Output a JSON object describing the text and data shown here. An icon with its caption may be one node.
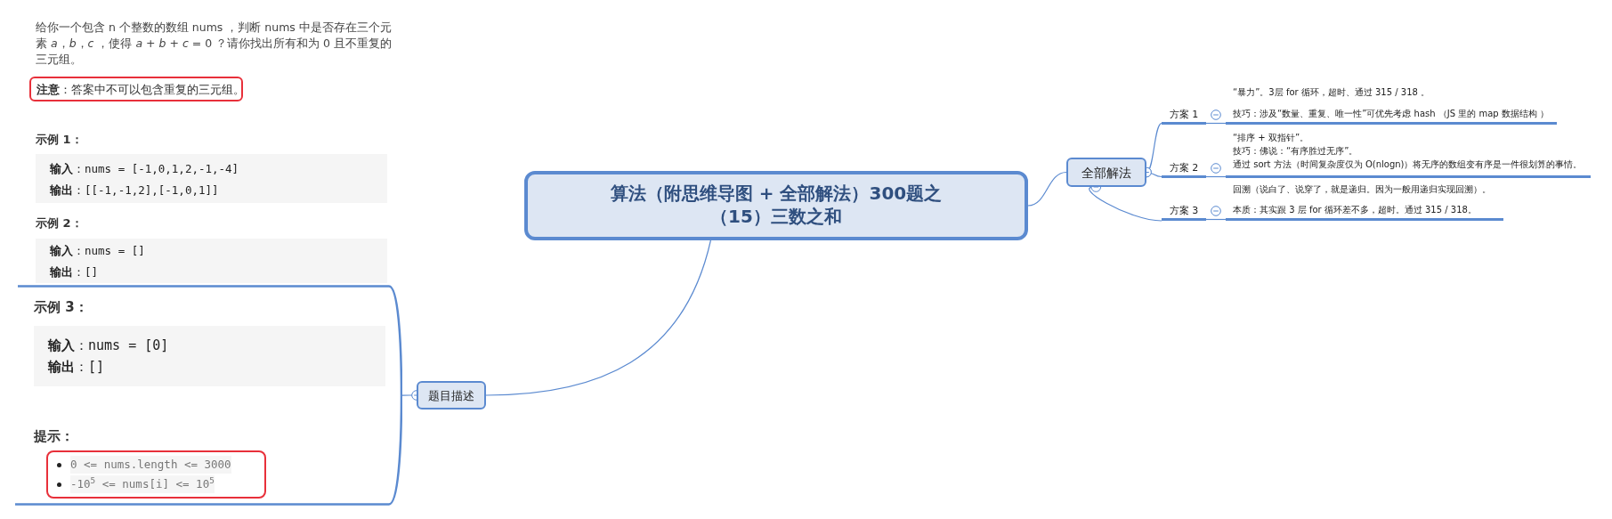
{
  "diagram": {
    "nodes": [
      {
        "text": [
          "算法（附思维导图 + 全部解法）300题之（15）三数之和"
        ]
      },
      {
        "text": [
          "全部解法"
        ]
      },
      {
        "text": [
          "方案 1"
        ]
      },
      {
        "text": [
          "“暴力”。3层 for 循环，超时、通过 315 / 318 。",
          "技巧：涉及“数量、重复、唯一性”可优先考虑 hash （JS 里的 map 数据结构 ）"
        ]
      },
      {
        "text": [
          "方案 2"
        ]
      },
      {
        "text": [
          "“排序 + 双指针”。",
          "技巧：佛说：“有序胜过无序”。",
          "通过 sort 方法（时间复杂度仅为 O(nlogn)）将无序的数组变有序是一件很划算的事情。"
        ]
      },
      {
        "text": [
          "方案 3"
        ]
      },
      {
        "text": [
          "回溯（说白了、说穿了，就是递归。因为一般用递归实现回溯）。",
          "本质：其实跟 3 层 for 循环差不多，超时。通过 315 / 318。"
        ]
      },
      {
        "text": [
          "题目描述"
        ]
      },
      {
        "text": [
          "给你一个包含 n 个整数的数组 nums ，判断 nums 中是否存在三个元素 *a*，*b*，*c* ，使得 *a* + *b* + *c* = 0 ？请你找出所有和为 0 且不重复的三元组。",
          "示例 1：",
          "示例 2：",
          "示例 3：",
          "提示："
        ]
      },
      {
        "text": [
          "**注意**：答案中不可以包含重复的三元组。"
        ],
        "in": 9
      },
      {
        "text": [
          "**输入**：nums = [-1,0,1,2,-1,-4]",
          "**输出**：[[-1,-1,2],[-1,0,1]]"
        ],
        "in": 9
      },
      {
        "text": [
          "**输入**：nums = []",
          "**输出**：[]"
        ],
        "in": 9
      },
      {
        "text": [
          "**输入**：nums = [0]",
          "**输出**：[]"
        ],
        "in": 9
      },
      {
        "text": [
          "0 <= nums.length <= 3000",
          "-10$^{5}$ <= nums[i] <= 10$^{5}$"
        ],
        "in": 9
      }
    ],
    "edges": [
      {
        "from": 0,
        "to": 1,
        "arrow": "none"
      },
      {
        "from": 1,
        "to": 2,
        "arrow": "other"
      },
      {
        "from": 2,
        "to": 3,
        "arrow": "none"
      },
      {
        "from": 1,
        "to": 4,
        "arrow": "other"
      },
      {
        "from": 4,
        "to": 5,
        "arrow": "none"
      },
      {
        "from": 1,
        "to": 6,
        "arrow": "other"
      },
      {
        "from": 6,
        "to": 7,
        "arrow": "none"
      },
      {
        "from": 0,
        "to": 8,
        "arrow": "none"
      },
      {
        "from": 8,
        "to": 9,
        "arrow": "other"
      }
    ]
  }
}
